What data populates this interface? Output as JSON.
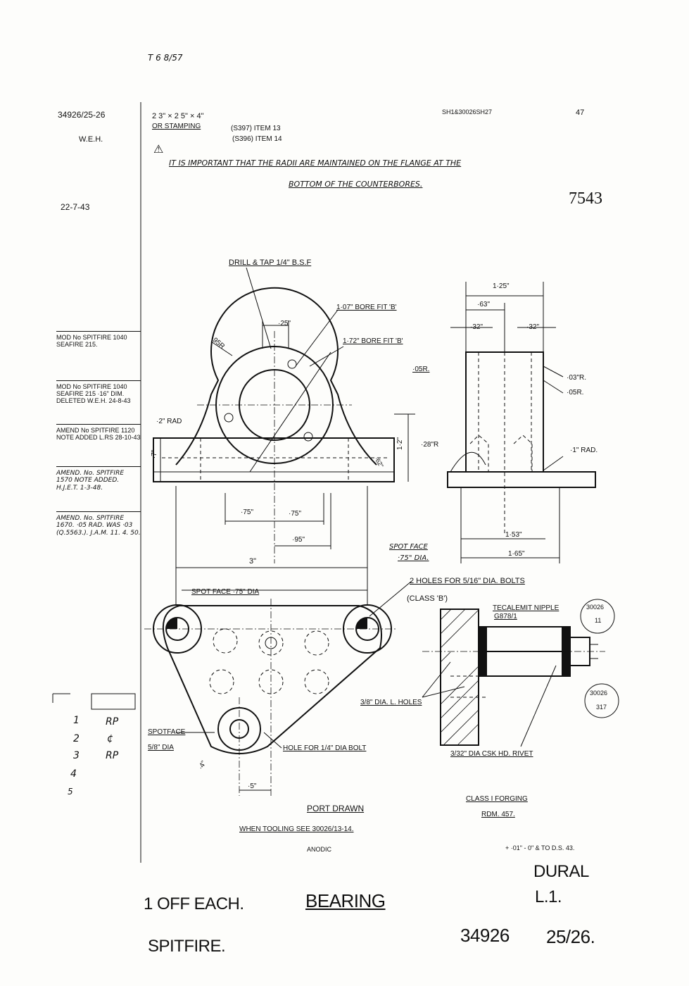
{
  "header": {
    "ref_note": "T 6 8/57",
    "drawing_ref": "34926/25-26",
    "initials": "W.E.H.",
    "date": "22-7-43",
    "size_note": "2 3\" × 2 5\" × 4\"",
    "stamping_note": "OR STAMPING",
    "item13": "(S397) ITEM 13",
    "item14": "(S396) ITEM 14",
    "sheet_code": "SH1&30026SH27",
    "sheet_no": "47",
    "important_note_1": "IT IS IMPORTANT THAT THE RADII ARE MAINTAINED ON THE FLANGE AT THE",
    "important_note_2": "BOTTOM OF THE COUNTERBORES.",
    "stamp_number": "7543"
  },
  "amendments": [
    {
      "no": "1",
      "text": "MOD No SPITFIRE 1040 SEAFIRE 215."
    },
    {
      "no": "2",
      "text": "MOD No SPITFIRE 1040 SEAFIRE 215 ·16\" DIM. DELETED W.E.H. 24-8-43"
    },
    {
      "no": "3",
      "text": "AMEND No SPITFIRE 1120 NOTE ADDED L.RS 28-10-43"
    },
    {
      "no": "4",
      "text": "AMEND. No. SPITFIRE 1570 NOTE ADDED. H.J.E.T. 1-3-48."
    },
    {
      "no": "5",
      "text": "AMEND. No. SPITFIRE 1670. ·05 RAD. WAS ·03 (Q.5563.). J.A.M. 11. 4. 50."
    }
  ],
  "dimensions": {
    "drill_tap": "DRILL & TAP 1/4\" B.S.F",
    "bore1": "1·07\" BORE FIT 'B'",
    "bore2": "1·72\" BORE FIT 'B'",
    "d25": "·25\"",
    "r95": "·95R",
    "r05": "·05R.",
    "rad2": "·2\" RAD",
    "d7": "·7\"",
    "d12": "1·2\"",
    "d62": "·62\"",
    "d75a": "·75\"",
    "d75b": "·75\"",
    "d95": "·95\"",
    "d3": "3\"",
    "d125": "1·25\"",
    "d63": "·63\"",
    "d32a": "·32\"",
    "d32b": "·32\"",
    "r03": "·03\"R.",
    "r05b": "·05R.",
    "r28": "·28\"R",
    "rad1": "·1\" RAD.",
    "d153": "1·53\"",
    "d165": "1·65\"",
    "spot_face_1": "SPOT FACE",
    "spot_face_1b": "·75\" DIA.",
    "spot_face_2": "SPOT FACE ·75\" DIA",
    "holes_note": "2 HOLES FOR 5/16\" DIA. BOLTS",
    "class_b": "(CLASS 'B')",
    "tecalemit": "TECALEMIT NIPPLE",
    "nipple_no": "G878/1",
    "ref_30026_11a": "30026",
    "ref_30026_11b": "11",
    "ref_30026_317a": "30026",
    "ref_30026_317b": "317",
    "holes_38": "3/8\" DIA. L. HOLES",
    "rivet": "3/32\" DIA CSK HD. RIVET",
    "spotface_58a": "SPOTFACE",
    "spotface_58b": "5/8\" DIA",
    "hole_14": "HOLE FOR 1/4\" DIA BOLT",
    "d4": "·4\"",
    "d5": "·5\""
  },
  "notes": {
    "port_drawn": "PORT DRAWN",
    "tooling": "WHEN TOOLING SEE 30026/13-14.",
    "class_forging": "CLASS I FORGING",
    "rdm": "RDM. 457.",
    "anodic": "ANODIC",
    "tolerance": "+ ·01\" - 0\" & TO D.S. 43.",
    "material": "DURAL",
    "material_spec": "L.1.",
    "quantity": "1 OFF EACH.",
    "part_name": "BEARING",
    "aircraft": "SPITFIRE.",
    "part_number": "34926",
    "sheet_part": "25/26."
  },
  "margin_marks": [
    {
      "n": "1",
      "init": "RP"
    },
    {
      "n": "2",
      "init": "¢"
    },
    {
      "n": "3",
      "init": "RP"
    },
    {
      "n": "4",
      "init": ""
    },
    {
      "n": "5",
      "init": ""
    }
  ]
}
